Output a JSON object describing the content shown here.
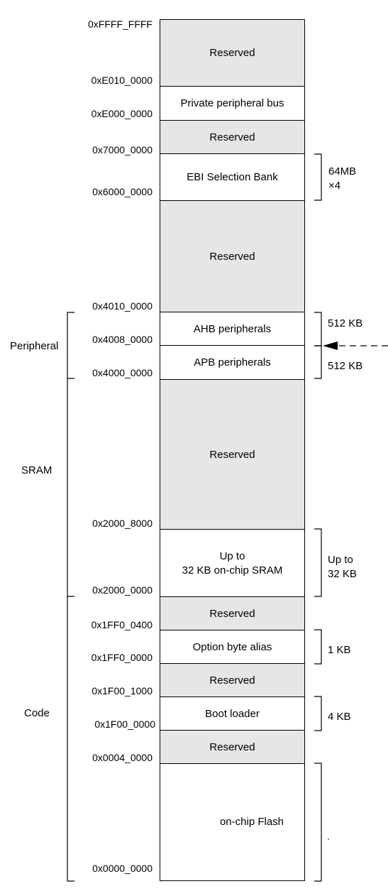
{
  "addresses": {
    "a0": "0xFFFF_FFFF",
    "a1": "0xE010_0000",
    "a2": "0xE000_0000",
    "a3": "0x7000_0000",
    "a4": "0x6000_0000",
    "a5": "0x4010_0000",
    "a6": "0x4008_0000",
    "a7": "0x4000_0000",
    "a8": "0x2000_8000",
    "a9": "0x2000_0000",
    "a10": "0x1FF0_0400",
    "a11": "0x1FF0_0000",
    "a12": "0x1F00_1000",
    "a13": "0x1F00_0000",
    "a14": "0x0004_0000",
    "a15": "0x0000_0000"
  },
  "regions": {
    "r0": "Reserved",
    "r1": "Private peripheral bus",
    "r2": "Reserved",
    "r3": "EBI Selection Bank",
    "r4": "Reserved",
    "r5": "AHB peripherals",
    "r6": "APB peripherals",
    "r7": "Reserved",
    "r8": "Up to\n32 KB on-chip SRAM",
    "r9": "Reserved",
    "r10": "Option byte alias",
    "r11": "Reserved",
    "r12": "Boot loader",
    "r13": "Reserved",
    "r14": "on-chip Flash"
  },
  "groups": {
    "peripheral": "Peripheral",
    "sram": "SRAM",
    "code": "Code"
  },
  "sizes": {
    "ebi": "64MB\n×4",
    "ahb": "512 KB",
    "apb": "512 KB",
    "sram": "Up to\n32 KB",
    "option": "1 KB",
    "boot": "4 KB"
  },
  "colors": {
    "reserved_fill": "#e6e6e6",
    "region_fill": "#ffffff",
    "line": "#000000"
  }
}
